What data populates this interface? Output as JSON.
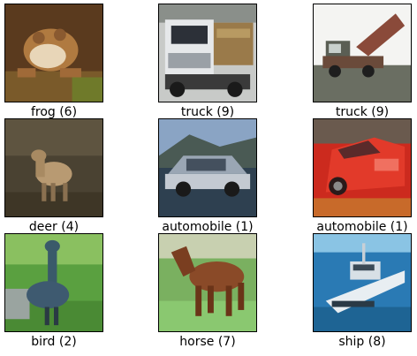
{
  "grid": {
    "images": [
      {
        "label": "frog (6)",
        "icon": "frog-image"
      },
      {
        "label": "truck (9)",
        "icon": "truck-image"
      },
      {
        "label": "truck (9)",
        "icon": "dump-truck-image"
      },
      {
        "label": "deer (4)",
        "icon": "deer-image"
      },
      {
        "label": "automobile (1)",
        "icon": "silver-car-image"
      },
      {
        "label": "automobile (1)",
        "icon": "red-car-image"
      },
      {
        "label": "bird (2)",
        "icon": "bird-image"
      },
      {
        "label": "horse (7)",
        "icon": "horse-image"
      },
      {
        "label": "ship (8)",
        "icon": "ship-image"
      }
    ]
  }
}
